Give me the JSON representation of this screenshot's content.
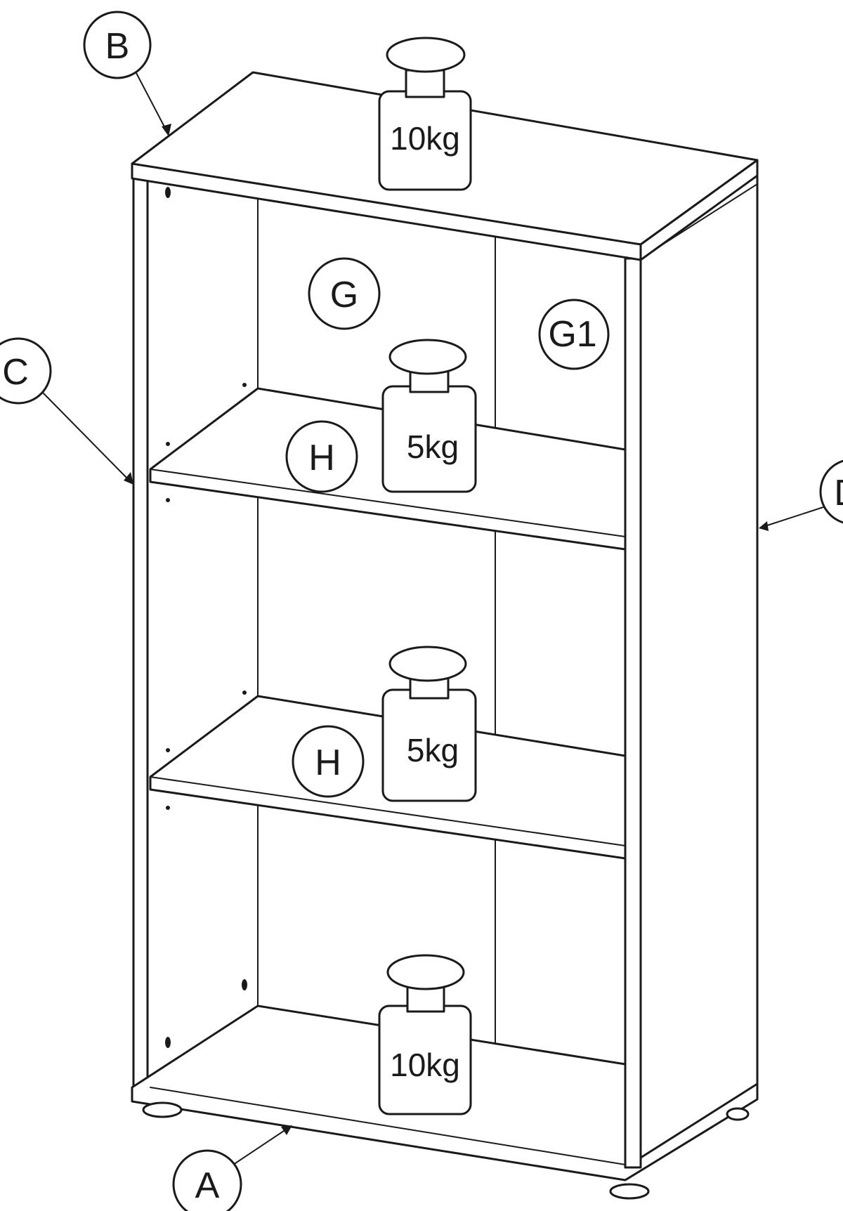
{
  "callouts": {
    "top_panel": "B",
    "left_side_panel": "C",
    "right_side_panel": "D",
    "bottom_panel": "A",
    "back_panel_left": "G",
    "back_panel_right": "G1",
    "shelf_upper": "H",
    "shelf_lower": "H"
  },
  "weights": {
    "top": "10kg",
    "shelf_upper": "5kg",
    "shelf_lower": "5kg",
    "bottom": "10kg"
  },
  "colors": {
    "line": "#1a1a1a",
    "background": "#ffffff"
  }
}
